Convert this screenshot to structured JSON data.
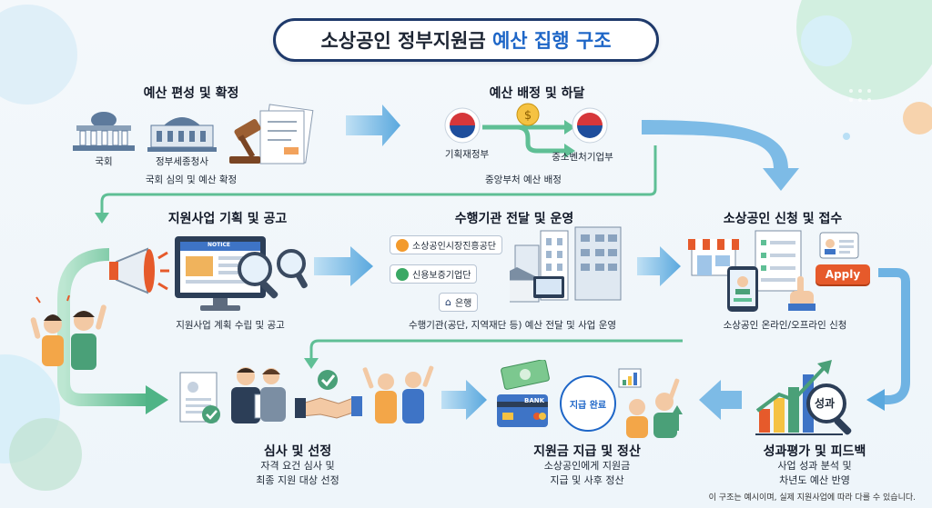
{
  "title": {
    "main": "소상공인 정부지원금",
    "highlight": "예산 집행 구조"
  },
  "stages": {
    "budget": {
      "title": "예산 편성 및 확정",
      "label_assembly": "국회",
      "label_sejong": "정부세종청사",
      "caption": "국회 심의 및 예산 확정"
    },
    "allocation": {
      "title": "예산 배정 및 하달",
      "label_mofe": "기획재정부",
      "label_mss": "중소벤처기업부",
      "caption": "중앙부처 예산 배정"
    },
    "planning": {
      "title": "지원사업 기획 및 공고",
      "notice": "NOTICE",
      "caption": "지원사업 계획 수립 및 공고"
    },
    "agency": {
      "title": "수행기관 전달 및 운영",
      "org1": "소상공인시장진흥공단",
      "org2": "신용보증기업단",
      "org3": "은행",
      "caption": "수행기관(공단, 지역재단 등) 예산 전달 및 사업 운영"
    },
    "apply": {
      "title": "소상공인 신청 및 접수",
      "button": "Apply",
      "caption": "소상공인 온라인/오프라인 신청"
    },
    "review": {
      "title": "심사 및 선정",
      "line1": "자격 요건 심사 및",
      "line2": "최종 지원 대상 선정"
    },
    "payment": {
      "title": "지원금 지급 및 정산",
      "stamp": "지급 완료",
      "card": "BANK",
      "line1": "소상공인에게 지원금",
      "line2": "지급 및 사후 정산"
    },
    "evaluation": {
      "title": "성과평가 및 피드백",
      "badge": "성과",
      "line1": "사업 성과 분석 및",
      "line2": "차년도 예산 반영"
    }
  },
  "footnote": "이 구조는 예시이며, 실제 지원사업에 따라 다를 수 있습니다.",
  "colors": {
    "navy": "#1f3a6b",
    "accent_blue": "#1e66c7",
    "arrow_blue": "#6fb3e3",
    "arrow_green": "#5fbf95",
    "apply_orange": "#e65a2b"
  }
}
